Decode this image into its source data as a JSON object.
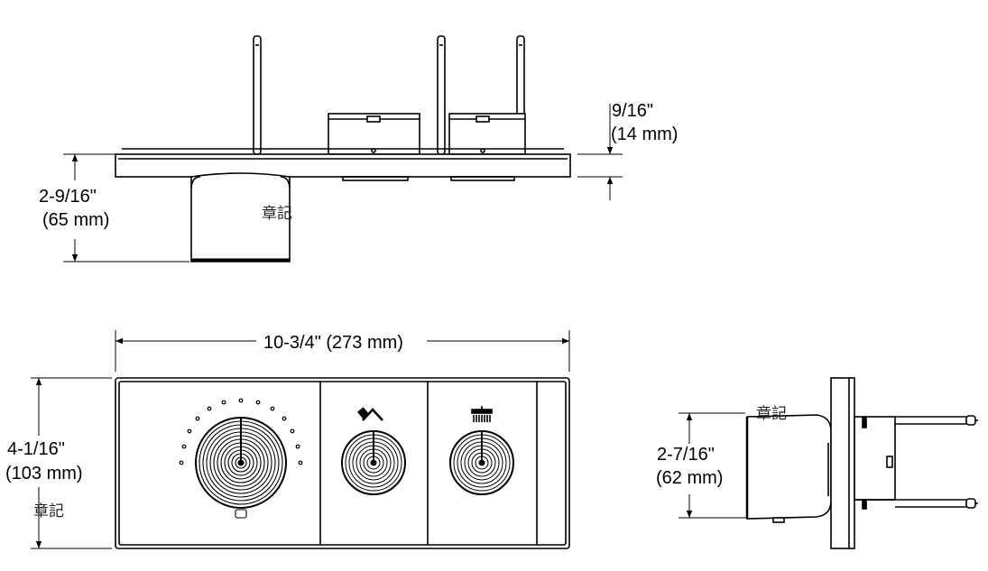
{
  "top_view": {
    "depth_label": "2-9/16\"",
    "depth_label_mm": "(65 mm)",
    "plate_label": "9/16\"",
    "plate_label_mm": "(14 mm)"
  },
  "front_view": {
    "width_label": "10-3/4\" (273 mm)",
    "height_label": "4-1/16\"",
    "height_label_mm": "(103 mm)",
    "dial_icons": [
      "handshower-icon",
      "showerhead-icon"
    ]
  },
  "side_view": {
    "depth_label": "2-7/16\"",
    "depth_label_mm": "(62 mm)"
  },
  "watermark": "章記"
}
